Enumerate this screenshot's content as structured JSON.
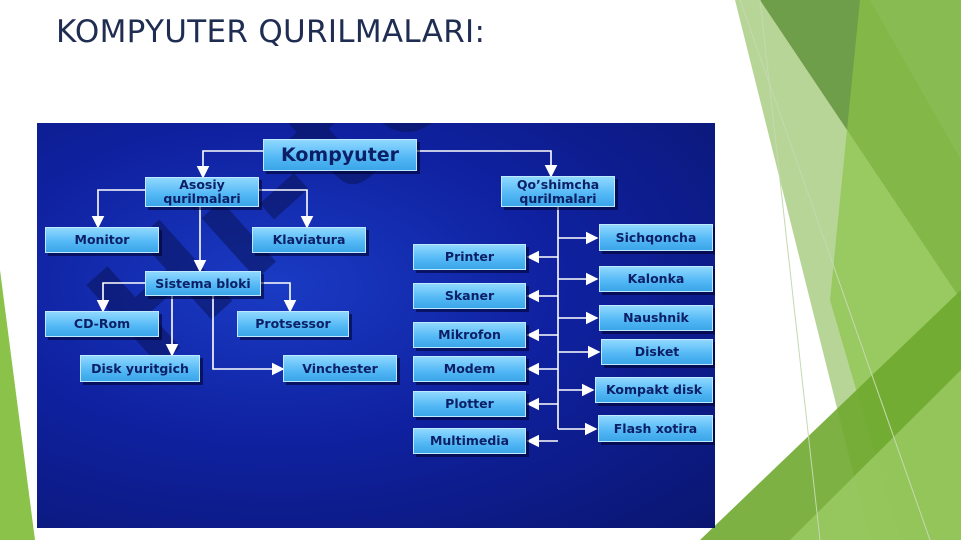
{
  "slide": {
    "title": "KOMPYUTER QURILMALARI:"
  },
  "colors": {
    "panel_blue": "#0f21a0",
    "node_cyan": "#52b7f5",
    "node_text": "#0b1f66",
    "title_navy": "#1f2d52",
    "accent_green": "#6fa82f"
  },
  "diagram": {
    "watermark": "Hi-tech",
    "nodes": {
      "root": "Kompyuter",
      "asosiy": "Asosiy\nqurilmalari",
      "qoshimcha": "Qo’shimcha\nqurilmalari",
      "monitor": "Monitor",
      "klaviatura": "Klaviatura",
      "sistema": "Sistema bloki",
      "cdrom": "CD-Rom",
      "protsessor": "Protsessor",
      "disk_yuritgich": "Disk yuritgich",
      "vinchester": "Vinchester",
      "printer": "Printer",
      "skaner": "Skaner",
      "mikrofon": "Mikrofon",
      "modem": "Modem",
      "plotter": "Plotter",
      "multimedia": "Multimedia",
      "sichqoncha": "Sichqoncha",
      "kalonka": "Kalonka",
      "naushnik": "Naushnik",
      "disket": "Disket",
      "kompakt": "Kompakt disk",
      "flash": "Flash xotira"
    }
  }
}
